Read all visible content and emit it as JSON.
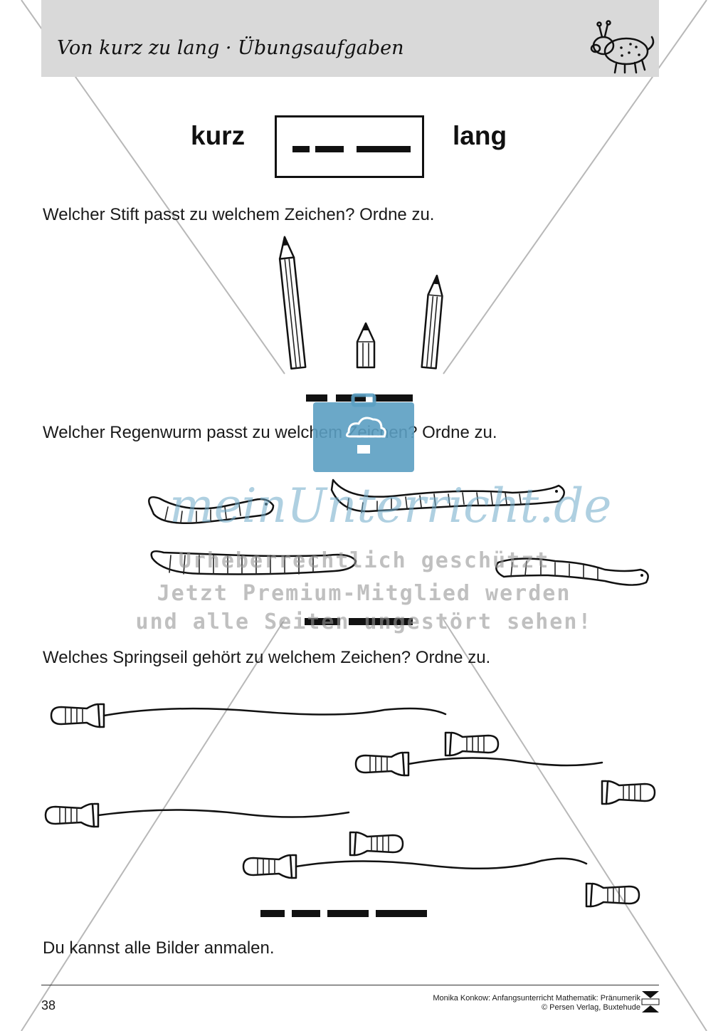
{
  "header": {
    "title": "Von kurz zu lang · Übungsaufgaben",
    "mascot_icon": "pig-mascot-icon",
    "background": "#d9d9d9"
  },
  "legend": {
    "left_label": "kurz",
    "right_label": "lang"
  },
  "tasks": [
    {
      "question": "Welcher Stift passt zu welchem Zeichen? Ordne zu.",
      "items": [
        "pencil-long",
        "pencil-short",
        "pencil-medium"
      ]
    },
    {
      "question": "Welcher Regenwurm passt zu welchem Zeichen? Ordne zu.",
      "items": [
        "worm-long",
        "worm-medium",
        "worm-short",
        "worm-medium-2"
      ]
    },
    {
      "question": "Welches Springseil gehört zu welchem Zeichen? Ordne zu.",
      "items": [
        "rope-1",
        "rope-2",
        "rope-3",
        "rope-4"
      ]
    }
  ],
  "closing_note": "Du kannst alle Bilder anmalen.",
  "watermark": {
    "brand": "meinUnterricht.de",
    "line1": "Urheberrechtlich geschützt",
    "line2": "Jetzt Premium-Mitglied werden",
    "line3": "und alle Seiten ungestört sehen!",
    "color": "#5b9ec2"
  },
  "footer": {
    "page_number": "38",
    "credit_line1": "Monika Konkow: Anfangsunterricht Mathematik: Pränumerik",
    "credit_line2": "© Persen Verlag, Buxtehude",
    "publisher_logo": "persen-logo-icon"
  }
}
